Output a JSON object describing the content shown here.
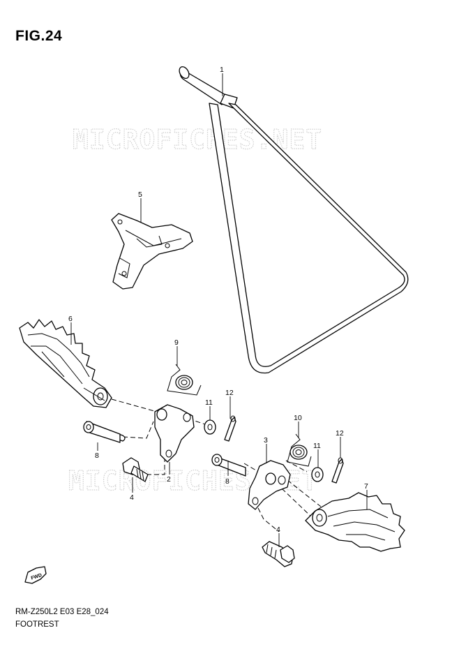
{
  "figure": {
    "title": "FIG.24",
    "code": "RM-Z250L2 E03 E28_024",
    "name": "FOOTREST"
  },
  "watermark": "MICROFICHES.NET",
  "callouts": {
    "c1": "1",
    "c2": "2",
    "c3": "3",
    "c4a": "4",
    "c4b": "4",
    "c5": "5",
    "c6": "6",
    "c7": "7",
    "c8a": "8",
    "c8b": "8",
    "c9": "9",
    "c10": "10",
    "c11a": "11",
    "c11b": "11",
    "c12a": "12",
    "c12b": "12"
  },
  "front_badge": "FWD"
}
